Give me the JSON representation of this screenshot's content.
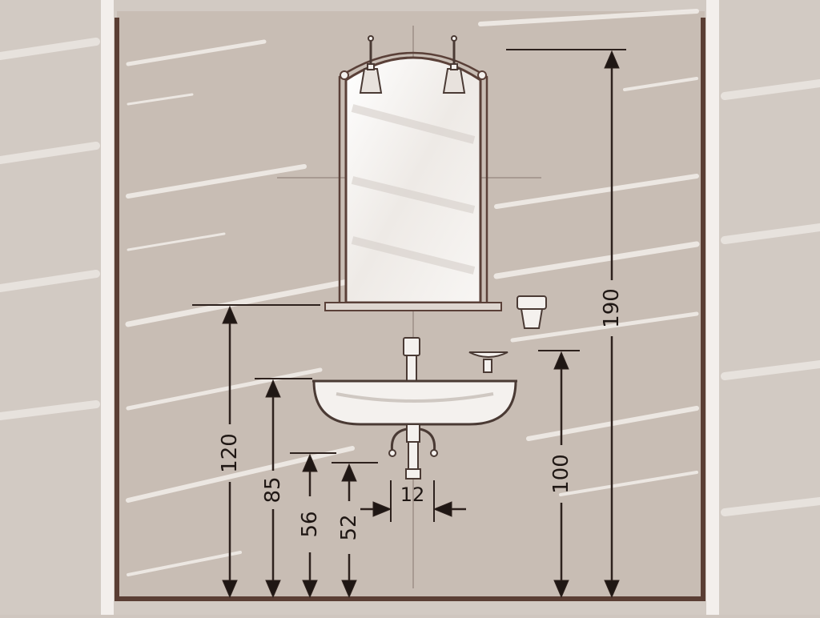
{
  "colors": {
    "outer_background": "#d2cac3",
    "wall": "#c8bdb4",
    "line": "#4a3a34",
    "frame": "#5a3e34",
    "fixture_fill": "#f4f1ee"
  },
  "icons": [
    "wall-lamp-icon",
    "wall-lamp-icon",
    "cup-holder-icon",
    "soap-dish-icon",
    "faucet-icon",
    "siphon-icon"
  ],
  "dimensions": {
    "mirror_bottom": "120",
    "basin_top": "85",
    "drain_top": "56",
    "drain_outlet": "52",
    "drain_width": "12",
    "soap_dish": "100",
    "lamp_top": "190"
  }
}
